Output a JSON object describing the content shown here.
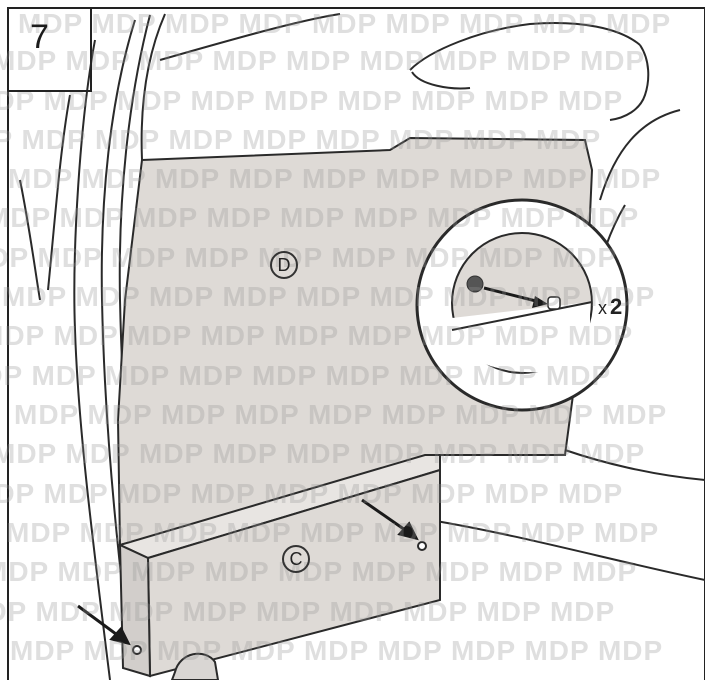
{
  "figure": {
    "step_number": "7",
    "labels": {
      "panel_d": "D",
      "panel_c": "C"
    },
    "detail_callout": {
      "multiplier_prefix": "x",
      "multiplier_value": "2"
    },
    "watermark_text": "MDP MDP MDP MDP MDP MDP MDP MDP MDP"
  },
  "colors": {
    "panel_fill": "#dedad6",
    "line": "#2a2a2a",
    "background": "#ffffff"
  }
}
